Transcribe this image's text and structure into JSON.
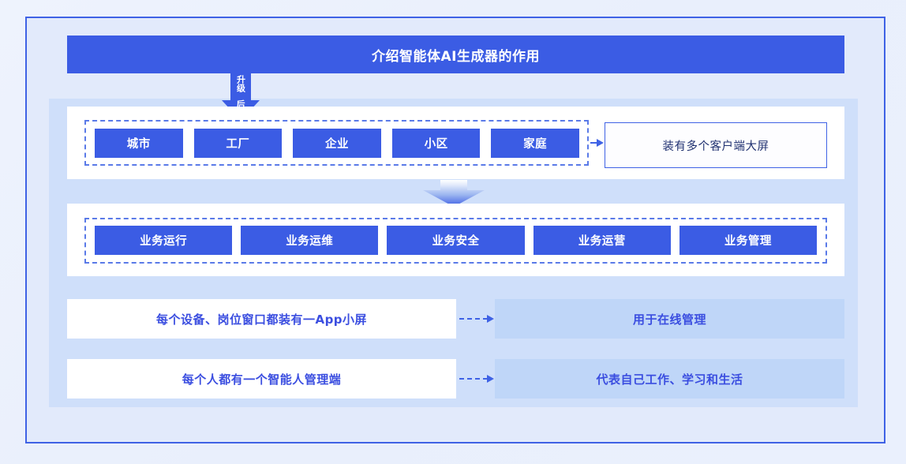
{
  "diagram": {
    "title": "介绍智能体AI生成器的作用",
    "upgrade_arrow": {
      "label_chars": "升级",
      "label_tail": "后",
      "full_label": "升级后"
    },
    "layer_1": {
      "chips": [
        {
          "label": "城市"
        },
        {
          "label": "工厂"
        },
        {
          "label": "企业"
        },
        {
          "label": "小区"
        },
        {
          "label": "家庭"
        }
      ],
      "side_box": "装有多个客户端大屏"
    },
    "layer_2": {
      "chips": [
        {
          "label": "业务运行"
        },
        {
          "label": "业务运维"
        },
        {
          "label": "业务安全"
        },
        {
          "label": "业务运营"
        },
        {
          "label": "业务管理"
        }
      ]
    },
    "bottom_rows": [
      {
        "left": "每个设备、岗位窗口都装有一App小屏",
        "right": "用于在线管理"
      },
      {
        "left": "每个人都有一个智能人管理端",
        "right": "代表自己工作、学习和生活"
      }
    ],
    "colors": {
      "primary_blue": "#3b5ce4",
      "frame_blue": "#3f62e5",
      "panel_blue": "#cfdffa",
      "soft_blue": "#bfd6f8",
      "canvas_bg": "#eaf0fc",
      "text_navy": "#1f3070",
      "text_blue": "#3b4ee0",
      "white": "#ffffff"
    }
  }
}
